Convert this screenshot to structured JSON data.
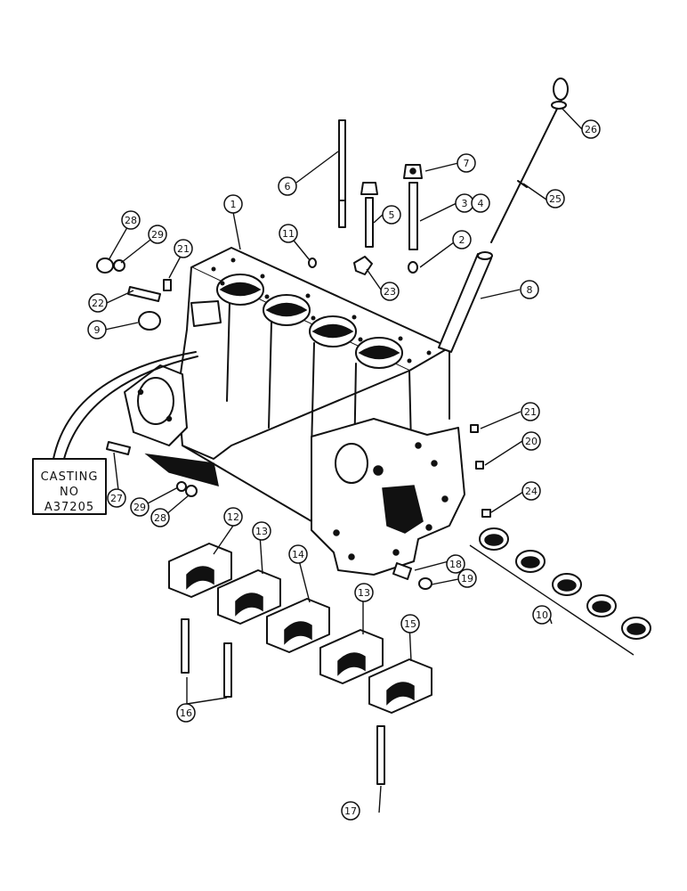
{
  "casting_label": {
    "line1": "CASTING",
    "line2": "NO",
    "line3": "A37205"
  },
  "callouts": [
    {
      "label": "1"
    },
    {
      "label": "2"
    },
    {
      "label": "3"
    },
    {
      "label": "4"
    },
    {
      "label": "5"
    },
    {
      "label": "6"
    },
    {
      "label": "7"
    },
    {
      "label": "8"
    },
    {
      "label": "9"
    },
    {
      "label": "10"
    },
    {
      "label": "11"
    },
    {
      "label": "12"
    },
    {
      "label": "13"
    },
    {
      "label": "13"
    },
    {
      "label": "14"
    },
    {
      "label": "15"
    },
    {
      "label": "16"
    },
    {
      "label": "17"
    },
    {
      "label": "17"
    },
    {
      "label": "18"
    },
    {
      "label": "19"
    },
    {
      "label": "20"
    },
    {
      "label": "21"
    },
    {
      "label": "21"
    },
    {
      "label": "22"
    },
    {
      "label": "23"
    },
    {
      "label": "24"
    },
    {
      "label": "25"
    },
    {
      "label": "26"
    },
    {
      "label": "27"
    },
    {
      "label": "28"
    },
    {
      "label": "28"
    },
    {
      "label": "29"
    },
    {
      "label": "29"
    }
  ]
}
